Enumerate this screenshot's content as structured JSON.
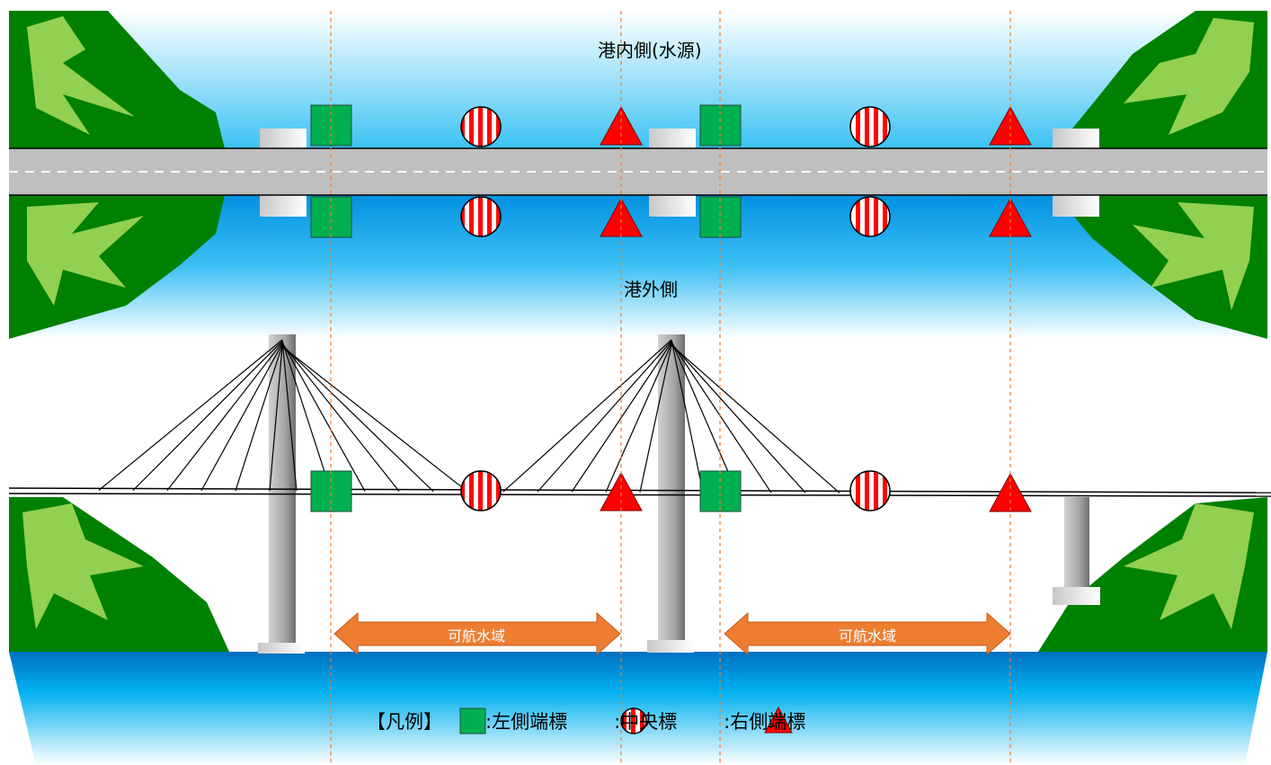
{
  "labels": {
    "inner_side": "港内側(水源)",
    "outer_side": "港外側"
  },
  "navigable_area": [
    {
      "label": "可航水域"
    },
    {
      "label": "可航水域"
    }
  ],
  "legend": {
    "title": "【凡例】",
    "items": [
      {
        "symbol": "green-square-icon",
        "label": ":左側端標"
      },
      {
        "symbol": "red-white-striped-circle-icon",
        "label": ":中央標"
      },
      {
        "symbol": "red-triangle-icon",
        "label": ":右側端標"
      }
    ]
  },
  "colors": {
    "water_top": "#00b0f0",
    "water_bottom": "#0070c0",
    "grass_dark": "#008000",
    "grass_light": "#92d050",
    "left_mark": "#00b050",
    "right_mark": "#ff0000",
    "arrow": "#ed7d31",
    "guide_line": "#ed7d31"
  }
}
